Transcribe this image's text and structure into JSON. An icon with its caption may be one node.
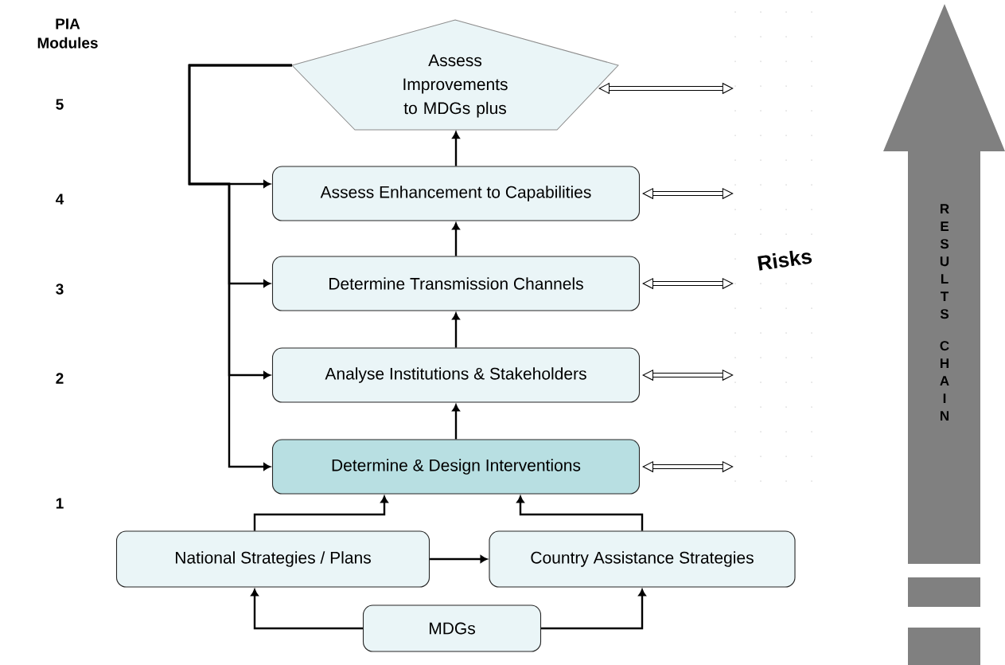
{
  "diagram": {
    "nodes": [
      {
        "text": [
          "Assess Improvements to MDGs plus"
        ]
      },
      {
        "text": [
          "Assess Enhancement to Capabilities"
        ]
      },
      {
        "text": [
          "Determine Transmission Channels"
        ]
      },
      {
        "text": [
          "Analyse Institutions & Stakeholders"
        ]
      },
      {
        "text": [
          "Determine & Design Interventions"
        ]
      },
      {
        "text": [
          "National Strategies / Plans"
        ]
      },
      {
        "text": [
          "Country Assistance Strategies"
        ]
      },
      {
        "text": [
          "MDGs"
        ]
      },
      {
        "text": [
          "Risks"
        ]
      },
      {
        "text": [
          "RESULTS CHAIN"
        ]
      }
    ],
    "edges": [
      {
        "from": 1,
        "to": 0,
        "arrow": "to"
      },
      {
        "from": 2,
        "to": 1,
        "arrow": "to"
      },
      {
        "from": 3,
        "to": 2,
        "arrow": "to"
      },
      {
        "from": 4,
        "to": 3,
        "arrow": "to"
      },
      {
        "from": 5,
        "to": 4,
        "arrow": "to"
      },
      {
        "from": 6,
        "to": 4,
        "arrow": "to"
      },
      {
        "from": 5,
        "to": 6,
        "arrow": "to"
      },
      {
        "from": 7,
        "to": 5,
        "arrow": "to"
      },
      {
        "from": 7,
        "to": 6,
        "arrow": "to"
      },
      {
        "from": 0,
        "to": 1,
        "arrow": "to"
      },
      {
        "from": 0,
        "to": 2,
        "arrow": "to"
      },
      {
        "from": 0,
        "to": 3,
        "arrow": "to"
      },
      {
        "from": 0,
        "to": 4,
        "arrow": "to"
      },
      {
        "from": 0,
        "to": 8,
        "arrow": "both",
        "style": "thick"
      },
      {
        "from": 1,
        "to": 8,
        "arrow": "both",
        "style": "thick"
      },
      {
        "from": 2,
        "to": 8,
        "arrow": "both",
        "style": "thick"
      },
      {
        "from": 3,
        "to": 8,
        "arrow": "both",
        "style": "thick"
      },
      {
        "from": 4,
        "to": 8,
        "arrow": "both",
        "style": "thick"
      }
    ],
    "labels": [
      "PIA Modules",
      "5",
      "4",
      "3",
      "2",
      "1"
    ]
  }
}
